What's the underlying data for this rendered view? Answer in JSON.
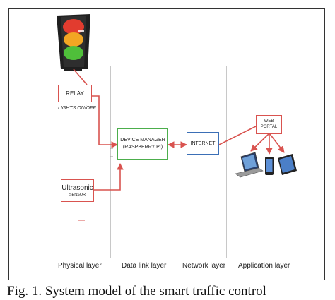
{
  "layers": [
    {
      "label": "Physical layer"
    },
    {
      "label": "Data link layer"
    },
    {
      "label": "Network layer"
    },
    {
      "label": "Application layer"
    }
  ],
  "nodes": {
    "relay": "RELAY",
    "lights": "LIGHTS ON/OFF",
    "ultrasonic": "Ultrasonic",
    "sensor": "SENSOR",
    "device_manager_line1": "DEVICE MANAGER",
    "device_manager_line2": "(RASPBERRY PI)",
    "internet": "INTERNET",
    "web_portal_line1": "WEB",
    "web_portal_line2": "PORTAL"
  },
  "colors": {
    "connector": "#d9534f",
    "device_manager_border": "#4cae4c",
    "internet_border": "#3b6fb6"
  },
  "caption": "Fig. 1. System model of the smart traffic control"
}
